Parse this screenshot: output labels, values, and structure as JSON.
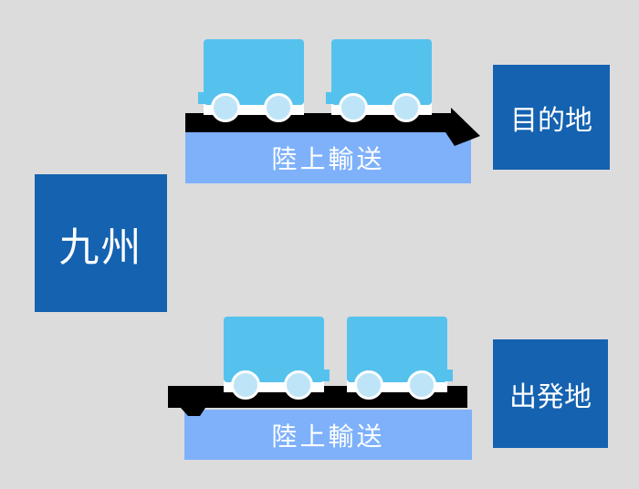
{
  "diagram": {
    "title": "land transport routes diagram",
    "region": {
      "label": "九州"
    },
    "destination": {
      "label": "目的地"
    },
    "origin": {
      "label": "出発地"
    },
    "top_route": {
      "label": "陸上輸送",
      "direction": "right",
      "truck_count": 2,
      "icon": "truck-icon",
      "arrow_icon": "arrow-right-icon"
    },
    "bottom_route": {
      "label": "陸上輸送",
      "direction": "left",
      "truck_count": 2,
      "icon": "truck-icon",
      "arrow_icon": "arrow-left-icon"
    },
    "colors": {
      "background": "#dcdcdc",
      "location_box_blue": "#1562b0",
      "route_label_blue": "#7eb1fa",
      "truck_body_blue": "#55c2ee",
      "truck_wheel_blue": "#bee4f7",
      "arrow_black": "#000000",
      "text_white": "#ffffff"
    }
  }
}
